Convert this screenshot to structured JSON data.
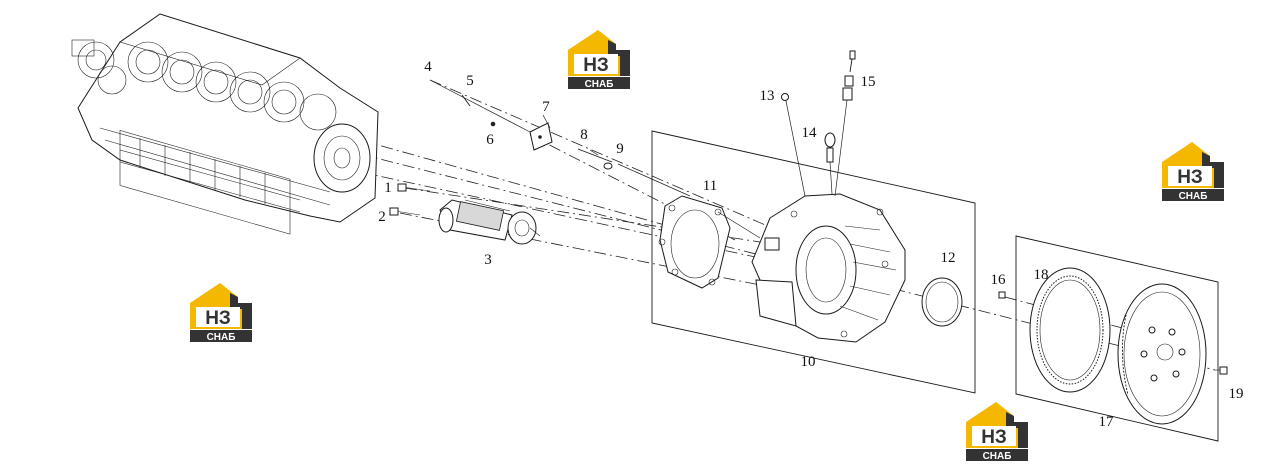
{
  "diagram": {
    "callouts": [
      "1",
      "2",
      "3",
      "4",
      "5",
      "6",
      "7",
      "8",
      "9",
      "10",
      "11",
      "12",
      "13",
      "14",
      "15",
      "16",
      "17",
      "18",
      "19"
    ]
  },
  "watermark": {
    "logo_letters": "НЗ",
    "caption": "СНАБ",
    "colors": {
      "yellow": "#F5B800",
      "dark": "#333333",
      "white": "#ffffff"
    }
  }
}
